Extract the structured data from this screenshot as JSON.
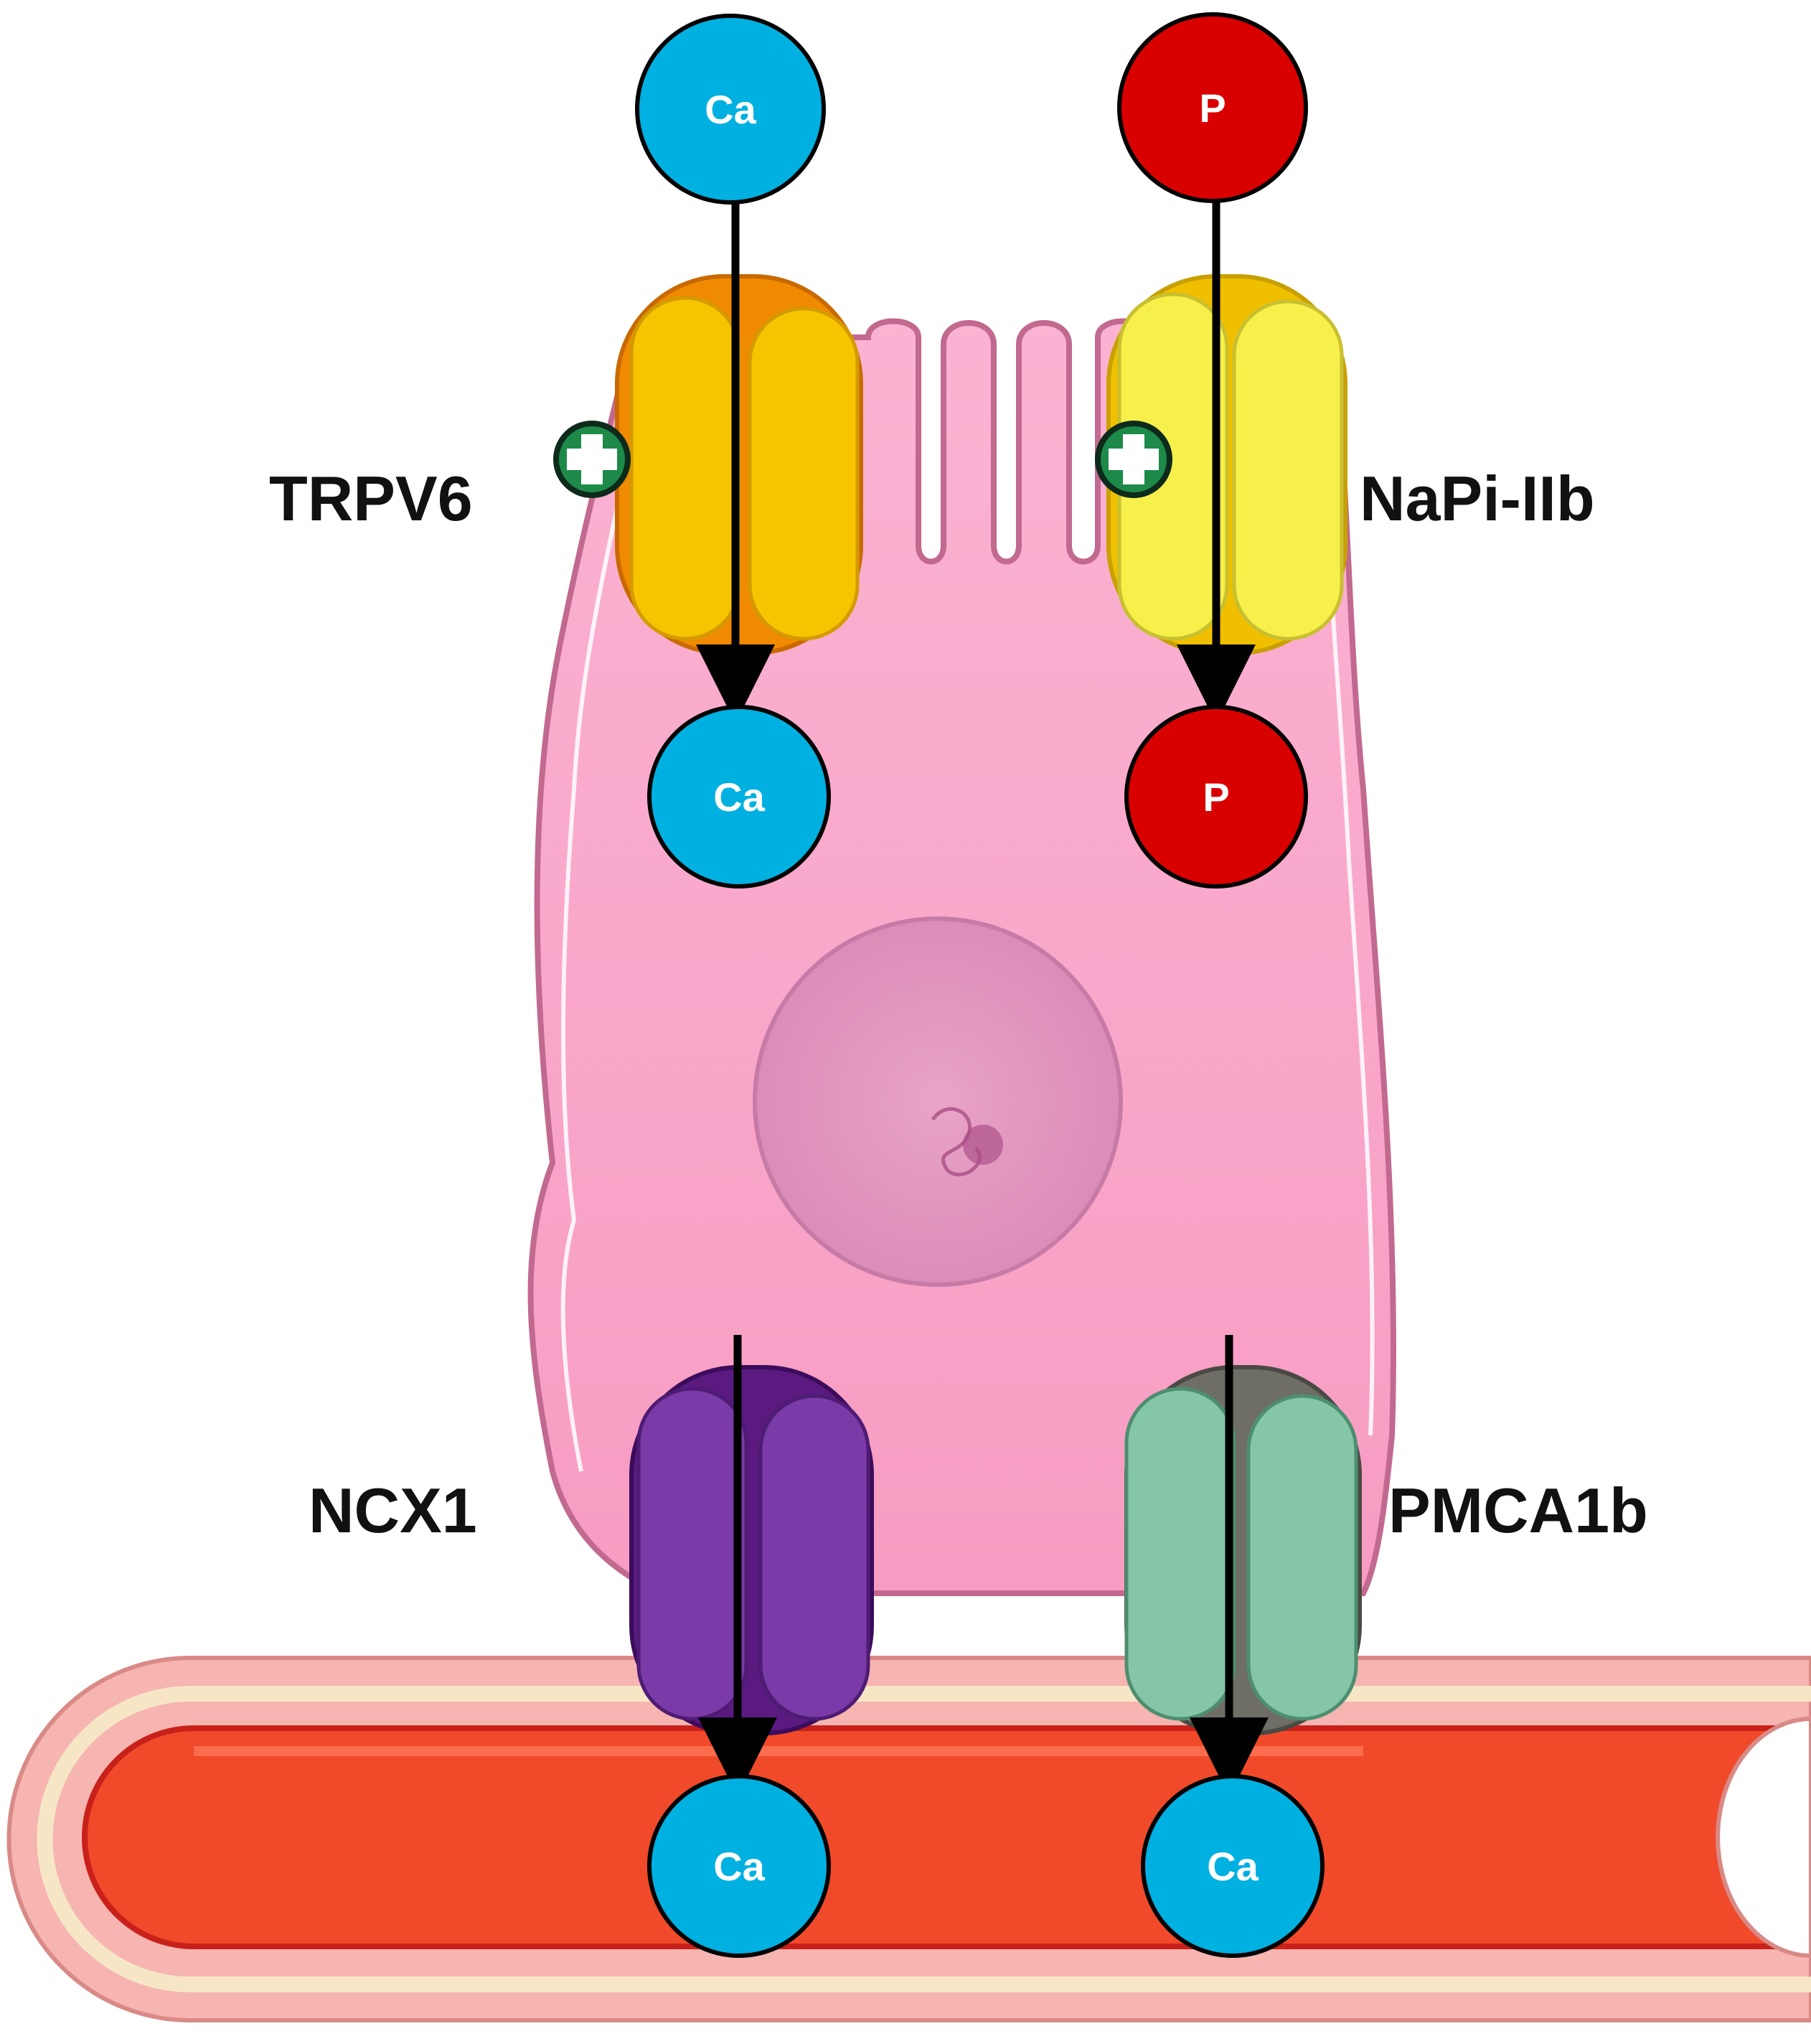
{
  "labels": {
    "trpv6": "TRPV6",
    "napi": "NaPi-IIb",
    "ncx1": "NCX1",
    "pmca": "PMCA1b"
  },
  "ions": {
    "ca_lumen": "Ca",
    "p_lumen": "P",
    "ca_cell": "Ca",
    "p_cell": "P",
    "ca_blood_1": "Ca",
    "ca_blood_2": "Ca"
  },
  "colors": {
    "calcium": "#00b0e0",
    "phosphate": "#d90000",
    "cell": "#f9a6c8",
    "trpv6": "#f7c400",
    "napi": "#f8f04a",
    "ncx1": "#7a3aa8",
    "pmca": "#86c6a8",
    "blood": "#f04a2a",
    "activation_sign": "#1d8a4a"
  },
  "icons": {
    "activation_sign": "plus-circle-icon"
  }
}
